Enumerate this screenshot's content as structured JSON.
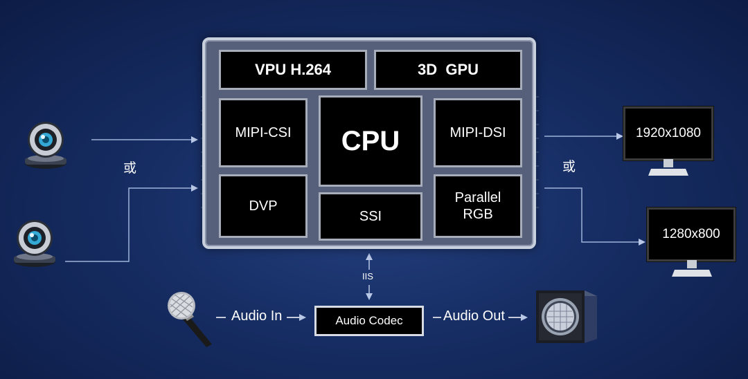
{
  "chip": {
    "vpu": "VPU H.264",
    "gpu": "3D  GPU",
    "mipi_csi": "MIPI-CSI",
    "cpu": "CPU",
    "mipi_dsi": "MIPI-DSI",
    "dvp": "DVP",
    "ssi": "SSI",
    "parallel_line1": "Parallel",
    "parallel_line2": "RGB"
  },
  "inputs": {
    "or_label": "或"
  },
  "outputs": {
    "or_label": "或",
    "display1": "1920x1080",
    "display2": "1280x800"
  },
  "audio": {
    "iis": "IIS",
    "audio_in": "Audio In",
    "codec": "Audio Codec",
    "audio_out": "Audio Out"
  },
  "colors": {
    "background": "#162d63",
    "line": "#9fb3d9",
    "block": "#000000",
    "board": "#56607a"
  },
  "icons": [
    "webcam-icon",
    "webcam-icon",
    "monitor-icon",
    "monitor-icon",
    "microphone-icon",
    "speaker-icon"
  ]
}
